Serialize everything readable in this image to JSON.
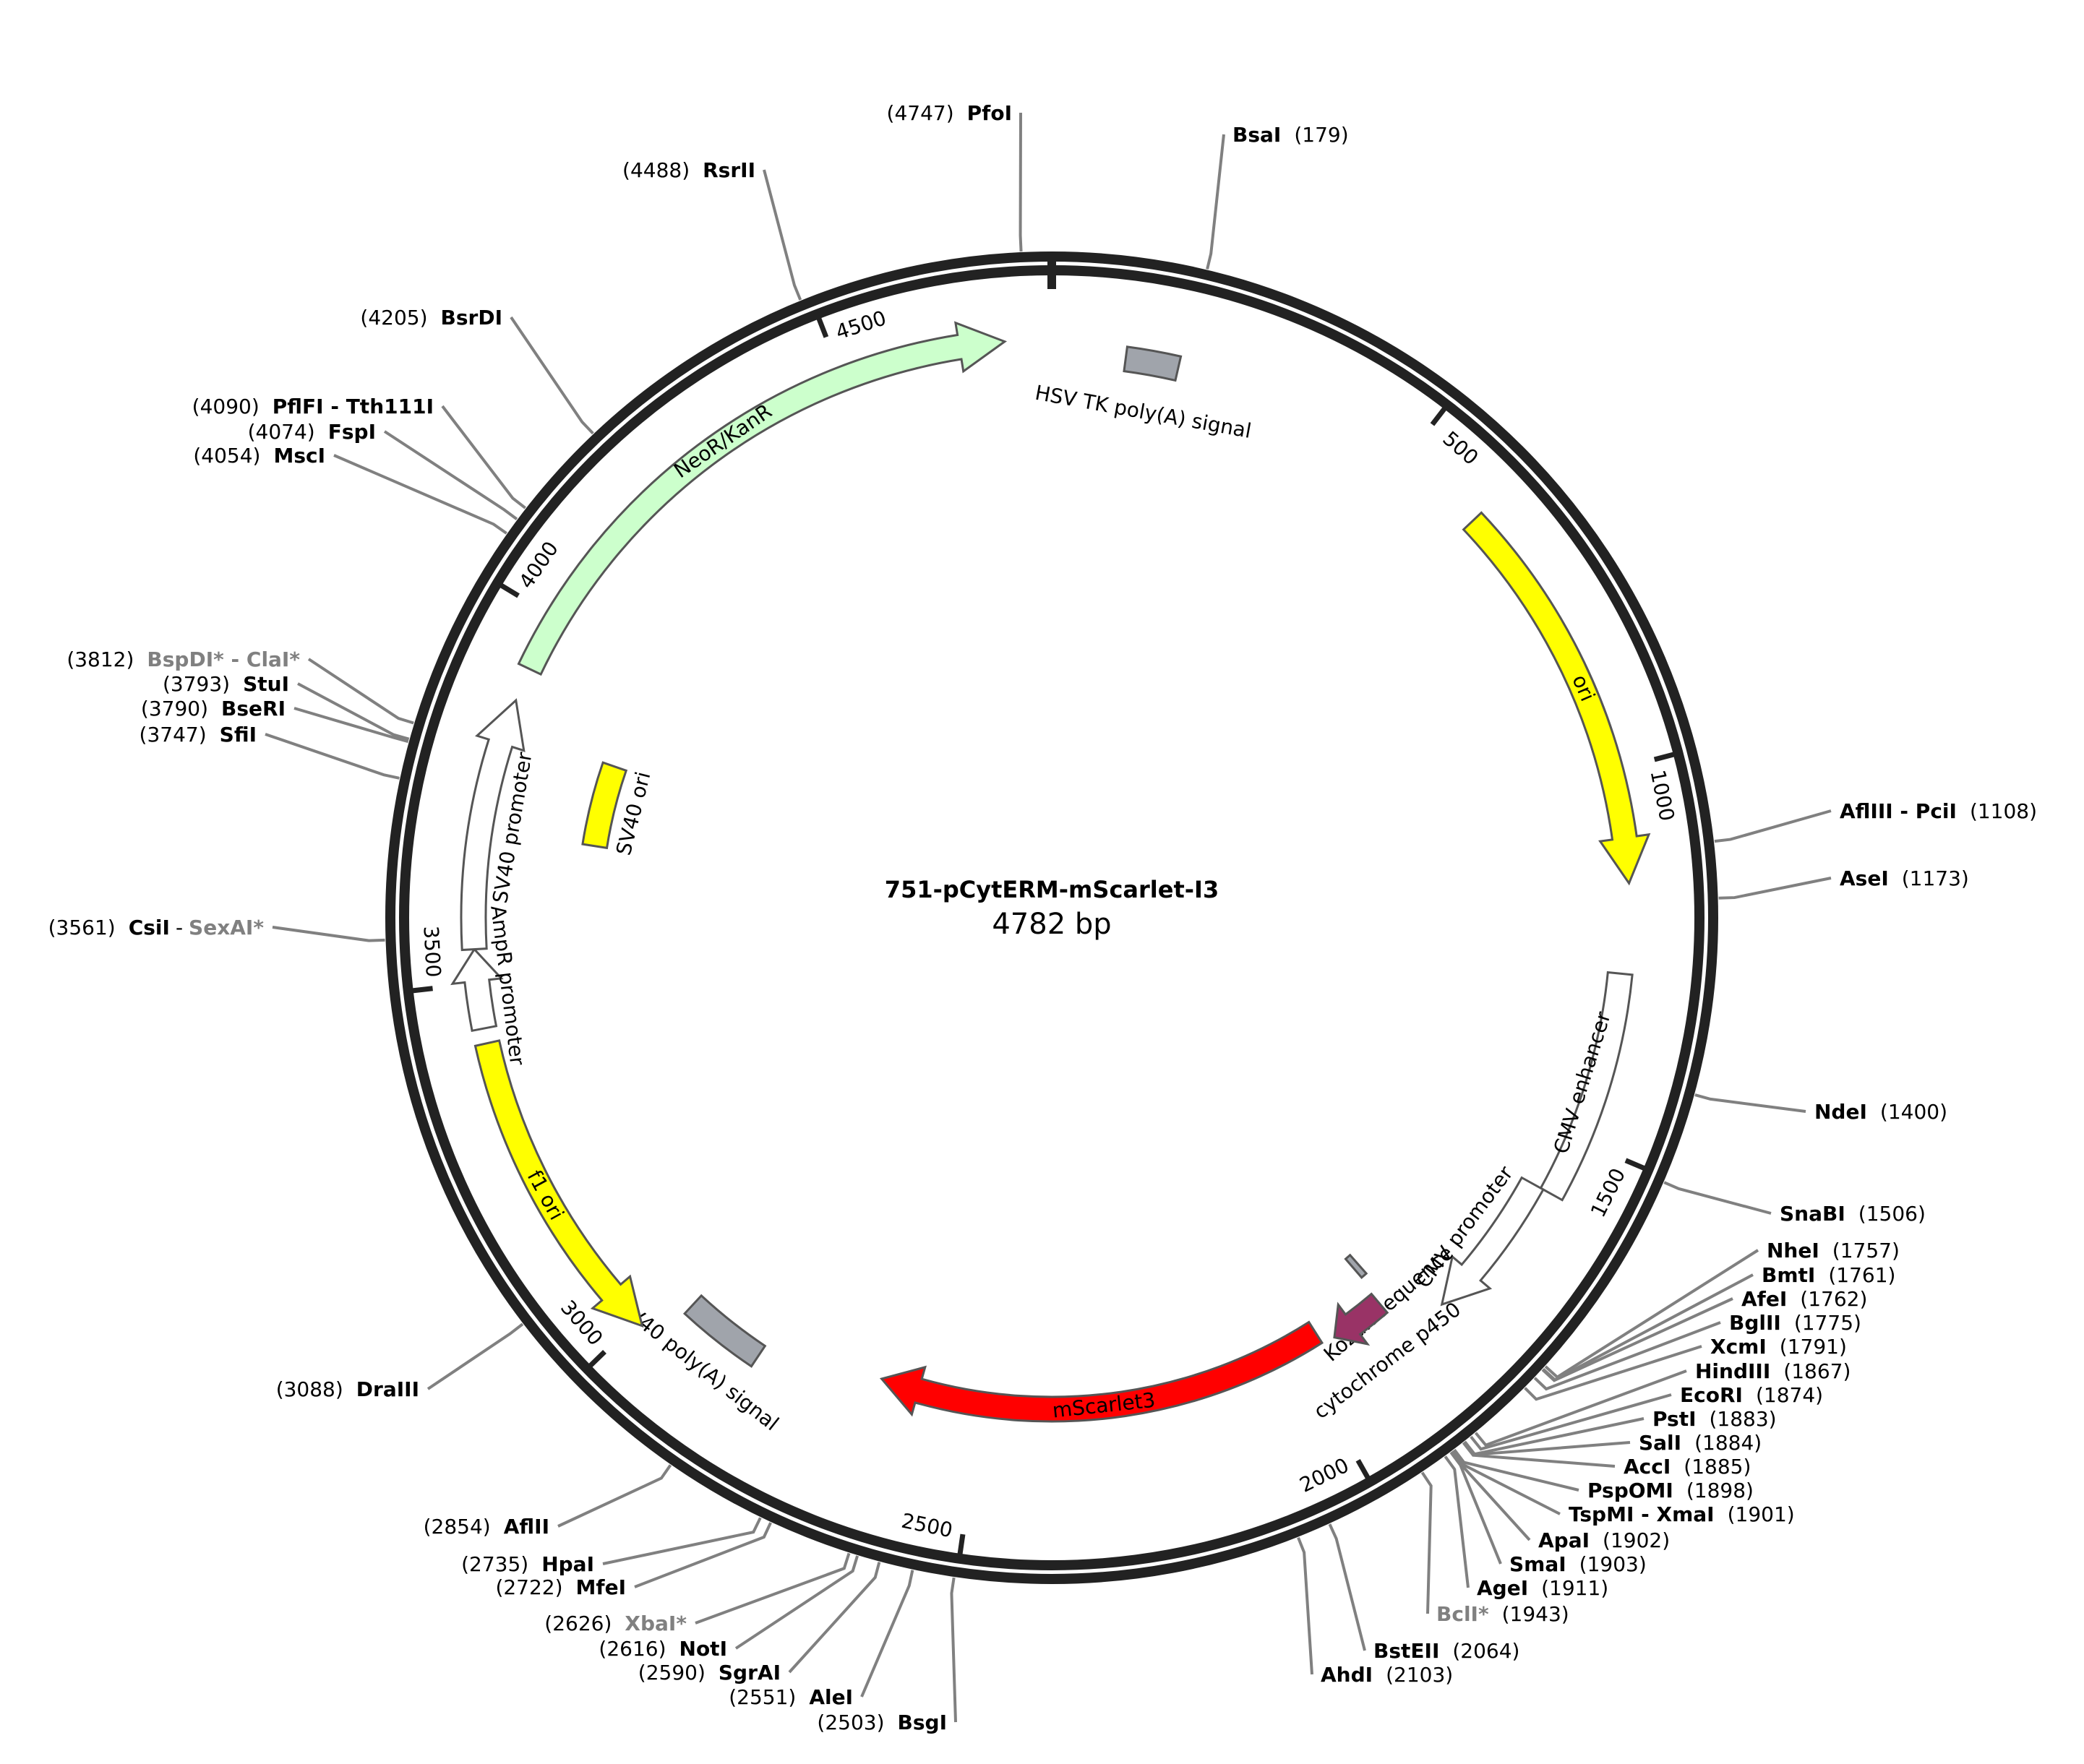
{
  "plasmid": {
    "name": "751-pCytERM-mScarlet-I3",
    "length_label": "4782 bp",
    "length": 4782
  },
  "colors": {
    "backbone": "#222222",
    "NeoR/KanR": "#ccffcc",
    "ori": "#ffff00",
    "f1 ori": "#ffff00",
    "SV40 ori": "#ffff00",
    "mScarlet3": "#ff0000",
    "cytochrome p450": "#993366",
    "polyA": "#a0a4ab",
    "promoter": "#ffffff",
    "outline": "#555555"
  },
  "ticks": [
    {
      "pos": 500,
      "label": "500"
    },
    {
      "pos": 1000,
      "label": "1000"
    },
    {
      "pos": 1500,
      "label": "1500"
    },
    {
      "pos": 2000,
      "label": "2000"
    },
    {
      "pos": 2500,
      "label": "2500"
    },
    {
      "pos": 3000,
      "label": "3000"
    },
    {
      "pos": 3500,
      "label": "3500"
    },
    {
      "pos": 4000,
      "label": "4000"
    },
    {
      "pos": 4500,
      "label": "4500"
    }
  ],
  "features": [
    {
      "id": "hsv-tk-polya",
      "label": "HSV TK poly(A) signal",
      "start": 100,
      "end": 172,
      "kind": "box",
      "style": "polyA"
    },
    {
      "id": "ori",
      "label": "ori",
      "start": 620,
      "end": 1150,
      "kind": "arrow",
      "dir": "cw",
      "style": "ori"
    },
    {
      "id": "cmv-enhancer",
      "label": "CMV enhancer",
      "start": 1270,
      "end": 1580,
      "kind": "box",
      "style": "promoter"
    },
    {
      "id": "cmv-promoter",
      "label": "CMV promoter",
      "start": 1580,
      "end": 1790,
      "kind": "arrow",
      "dir": "cw",
      "style": "promoter"
    },
    {
      "id": "kozak",
      "label": "Kozak sequence",
      "start": 1840,
      "end": 1850,
      "kind": "box",
      "style": "polyA"
    },
    {
      "id": "cyp450",
      "label": "cytochrome p450",
      "start": 1855,
      "end": 1940,
      "kind": "arrow",
      "dir": "cw",
      "style": "cytochrome p450"
    },
    {
      "id": "mscarlet3",
      "label": "mScarlet3",
      "start": 1960,
      "end": 2660,
      "kind": "arrow",
      "dir": "cw",
      "style": "mScarlet3"
    },
    {
      "id": "sv40-polya",
      "label": "SV40 poly(A) signal",
      "start": 2840,
      "end": 2960,
      "kind": "box",
      "style": "polyA"
    },
    {
      "id": "f1-ori",
      "label": "f1 ori",
      "start": 2990,
      "end": 3420,
      "kind": "arrow",
      "dir": "ccw",
      "style": "f1 ori"
    },
    {
      "id": "ampr-promoter",
      "label": "AmpR promoter",
      "start": 3440,
      "end": 3545,
      "kind": "arrow",
      "dir": "cw",
      "style": "promoter"
    },
    {
      "id": "sv40-promoter",
      "label": "SV40 promoter",
      "start": 3545,
      "end": 3880,
      "kind": "arrow",
      "dir": "cw",
      "style": "promoter"
    },
    {
      "id": "sv40-ori",
      "label": "SV40 ori",
      "start": 3705,
      "end": 3840,
      "kind": "box",
      "style": "SV40 ori"
    },
    {
      "id": "neor-kanr",
      "label": "NeoR/KanR",
      "start": 3925,
      "end": 4720,
      "kind": "arrow",
      "dir": "cw",
      "style": "NeoR/KanR"
    }
  ],
  "sites": [
    {
      "pos": "(4747)",
      "name": "PfoI",
      "side": "L",
      "at": 4747
    },
    {
      "pos": "(179)",
      "name": "BsaI",
      "side": "R",
      "at": 179
    },
    {
      "pos": "(4488)",
      "name": "RsrII",
      "side": "L",
      "at": 4488
    },
    {
      "pos": "(4205)",
      "name": "BsrDI",
      "side": "L",
      "at": 4205
    },
    {
      "pos": "(4090)",
      "name": "PflFI - Tth111I",
      "side": "L",
      "at": 4090
    },
    {
      "pos": "(4074)",
      "name": "FspI",
      "side": "L",
      "at": 4074
    },
    {
      "pos": "(4054)",
      "name": "MscI",
      "side": "L",
      "at": 4054
    },
    {
      "pos": "(3812)",
      "name": "BspDI* - ClaI*",
      "side": "L",
      "at": 3812,
      "gray": true
    },
    {
      "pos": "(3793)",
      "name": "StuI",
      "side": "L",
      "at": 3793
    },
    {
      "pos": "(3790)",
      "name": "BseRI",
      "side": "L",
      "at": 3790
    },
    {
      "pos": "(3747)",
      "name": "SfiI",
      "side": "L",
      "at": 3747
    },
    {
      "pos": "(3561)",
      "name": "CsiI",
      "name2": "SexAI*",
      "side": "L",
      "at": 3561
    },
    {
      "pos": "(3088)",
      "name": "DraIII",
      "side": "L",
      "at": 3088
    },
    {
      "pos": "(2854)",
      "name": "AflII",
      "side": "L",
      "at": 2854
    },
    {
      "pos": "(2735)",
      "name": "HpaI",
      "side": "L",
      "at": 2735
    },
    {
      "pos": "(2722)",
      "name": "MfeI",
      "side": "L",
      "at": 2722
    },
    {
      "pos": "(2626)",
      "name": "XbaI*",
      "side": "L",
      "at": 2626,
      "gray": true
    },
    {
      "pos": "(2616)",
      "name": "NotI",
      "side": "L",
      "at": 2616
    },
    {
      "pos": "(2590)",
      "name": "SgrAI",
      "side": "L",
      "at": 2590
    },
    {
      "pos": "(2551)",
      "name": "AleI",
      "side": "L",
      "at": 2551
    },
    {
      "pos": "(2503)",
      "name": "BsgI",
      "side": "L",
      "at": 2503
    },
    {
      "pos": "(1108)",
      "name": "AflIII - PciI",
      "side": "R",
      "at": 1108
    },
    {
      "pos": "(1173)",
      "name": "AseI",
      "side": "R",
      "at": 1173
    },
    {
      "pos": "(1400)",
      "name": "NdeI",
      "side": "R",
      "at": 1400
    },
    {
      "pos": "(1506)",
      "name": "SnaBI",
      "side": "R",
      "at": 1506
    },
    {
      "pos": "(1757)",
      "name": "NheI",
      "side": "R",
      "at": 1757
    },
    {
      "pos": "(1761)",
      "name": "BmtI",
      "side": "R",
      "at": 1761
    },
    {
      "pos": "(1762)",
      "name": "AfeI",
      "side": "R",
      "at": 1762
    },
    {
      "pos": "(1775)",
      "name": "BglII",
      "side": "R",
      "at": 1775
    },
    {
      "pos": "(1791)",
      "name": "XcmI",
      "side": "R",
      "at": 1791
    },
    {
      "pos": "(1867)",
      "name": "HindIII",
      "side": "R",
      "at": 1867
    },
    {
      "pos": "(1874)",
      "name": "EcoRI",
      "side": "R",
      "at": 1874
    },
    {
      "pos": "(1883)",
      "name": "PstI",
      "side": "R",
      "at": 1883
    },
    {
      "pos": "(1884)",
      "name": "SalI",
      "side": "R",
      "at": 1884
    },
    {
      "pos": "(1885)",
      "name": "AccI",
      "side": "R",
      "at": 1885
    },
    {
      "pos": "(1898)",
      "name": "PspOMI",
      "side": "R",
      "at": 1898
    },
    {
      "pos": "(1901)",
      "name": "TspMI - XmaI",
      "side": "R",
      "at": 1901
    },
    {
      "pos": "(1902)",
      "name": "ApaI",
      "side": "R",
      "at": 1902
    },
    {
      "pos": "(1903)",
      "name": "SmaI",
      "side": "R",
      "at": 1903
    },
    {
      "pos": "(1911)",
      "name": "AgeI",
      "side": "R",
      "at": 1911
    },
    {
      "pos": "(1943)",
      "name": "BclI*",
      "side": "R",
      "at": 1943,
      "gray": true
    },
    {
      "pos": "(2064)",
      "name": "BstEII",
      "side": "R",
      "at": 2064
    },
    {
      "pos": "(2103)",
      "name": "AhdI",
      "side": "R",
      "at": 2103
    }
  ]
}
